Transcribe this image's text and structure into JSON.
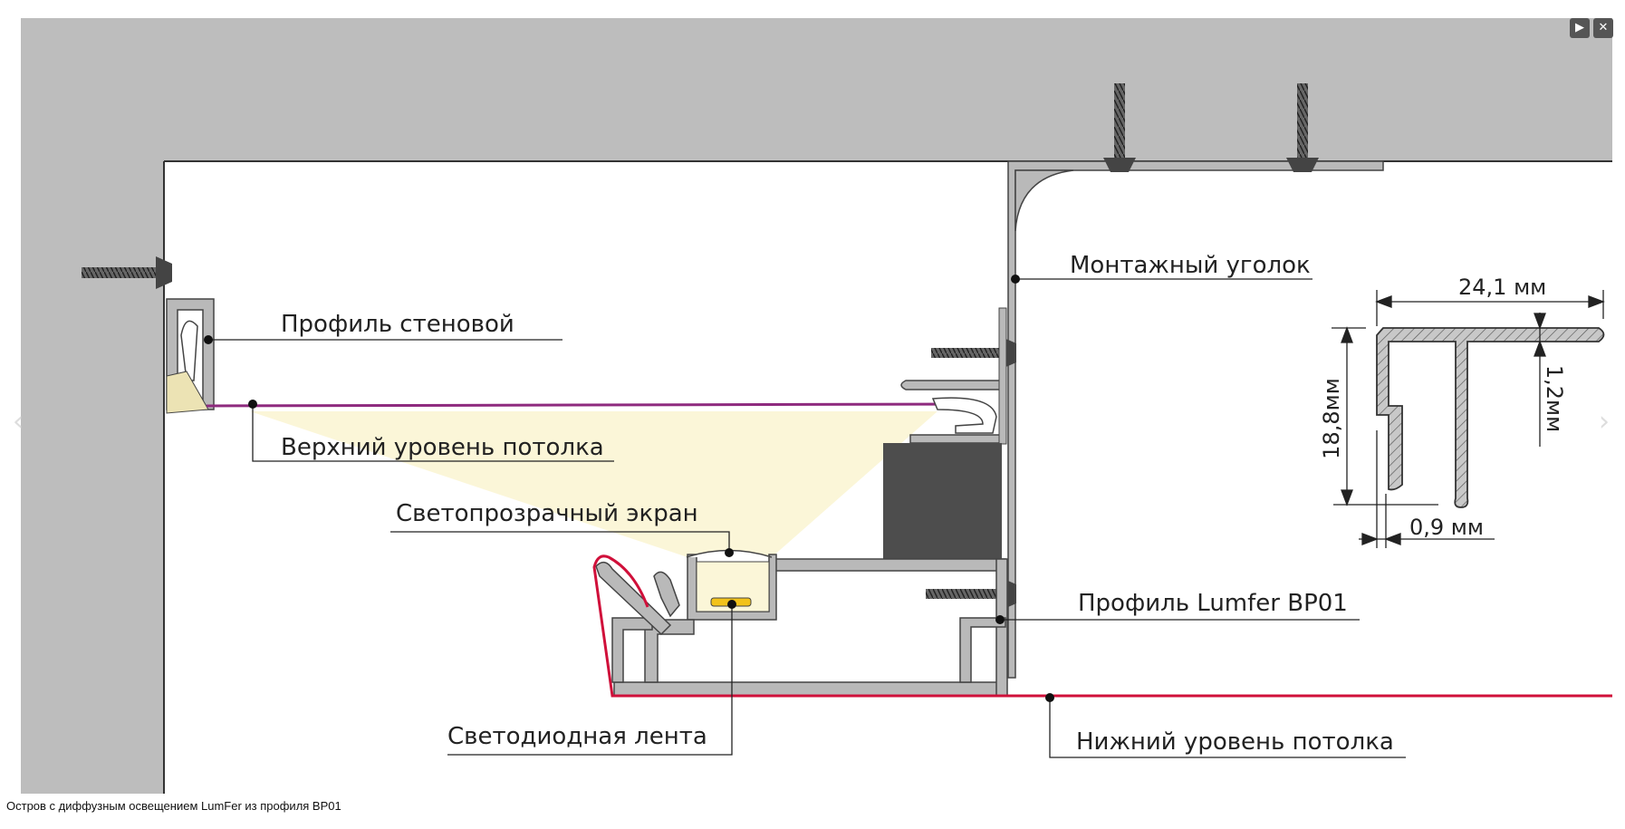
{
  "viewer": {
    "play_icon": "play-icon",
    "close_icon": "close-icon",
    "prev_icon": "chevron-left-icon",
    "next_icon": "chevron-right-icon",
    "play_glyph": "▶",
    "close_glyph": "✕",
    "prev_glyph": "‹",
    "next_glyph": "›",
    "caption": "Остров с диффузным освещением LumFer из профиля BP01"
  },
  "diagram": {
    "labels": {
      "mounting_angle": "Монтажный уголок",
      "wall_profile": "Профиль стеновой",
      "upper_ceiling": "Верхний уровень потолка",
      "diffuser": "Светопрозрачный экран",
      "profile_bp01": "Профиль Lumfer BP01",
      "led_strip": "Светодиодная лента",
      "lower_ceiling": "Нижний уровень потолка"
    },
    "dimensions": {
      "width": "24,1 мм",
      "height": "18,8мм",
      "thickness": "1,2мм",
      "wall": "0,9 мм"
    },
    "colors": {
      "concrete": "#bdbdbd",
      "profile": "#b9b9b9",
      "upper_line": "#8e2a7e",
      "lower_line": "#d0103a",
      "light": "#fbf6d8",
      "led": "#f2c21a",
      "block": "#4d4d4d"
    }
  }
}
